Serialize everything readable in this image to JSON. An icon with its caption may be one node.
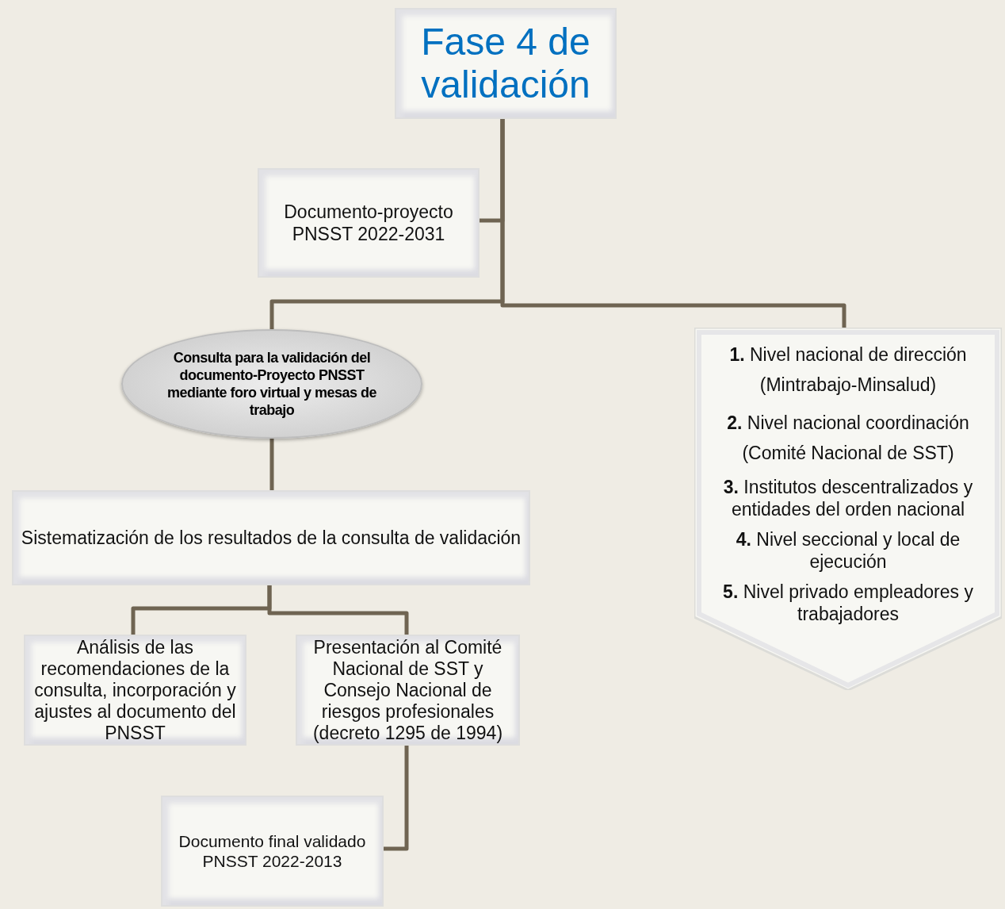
{
  "diagram": {
    "nodes": [
      {
        "text": [
          "Fase 4 de validación"
        ]
      },
      {
        "text": [
          "Documento-proyecto PNSST 2022-2031"
        ]
      },
      {
        "text": [
          "Consulta para la validación del documento-Proyecto PNSST mediante foro virtual y mesas de trabajo"
        ]
      },
      {
        "text": [
          "**1.** Nivel nacional de dirección (Mintrabajo-Minsalud)",
          "**2.** Nivel nacional coordinación (Comité Nacional de SST)",
          "**3.** Institutos descentralizados y entidades del orden nacional",
          "**4.** Nivel seccional y local de ejecución",
          "**5.** Nivel privado empleadores y trabajadores"
        ]
      },
      {
        "text": [
          "Sistematización de los resultados de la consulta de validación"
        ]
      },
      {
        "text": [
          "Análisis de las recomendaciones de la consulta, incorporación y ajustes al documento del PNSST"
        ]
      },
      {
        "text": [
          "Presentación al Comité Nacional de SST y Consejo Nacional de riesgos profesionales (decreto 1295 de 1994)"
        ]
      },
      {
        "text": [
          "Documento final validado PNSST 2022-2013"
        ]
      }
    ],
    "edges": [
      {
        "from": 0,
        "to": 1,
        "arrow": "none"
      },
      {
        "from": 0,
        "to": 2,
        "arrow": "none"
      },
      {
        "from": 0,
        "to": 3,
        "arrow": "none"
      },
      {
        "from": 2,
        "to": 4,
        "arrow": "none"
      },
      {
        "from": 4,
        "to": 5,
        "arrow": "none"
      },
      {
        "from": 4,
        "to": 6,
        "arrow": "none"
      },
      {
        "from": 6,
        "to": 7,
        "arrow": "none"
      }
    ]
  }
}
